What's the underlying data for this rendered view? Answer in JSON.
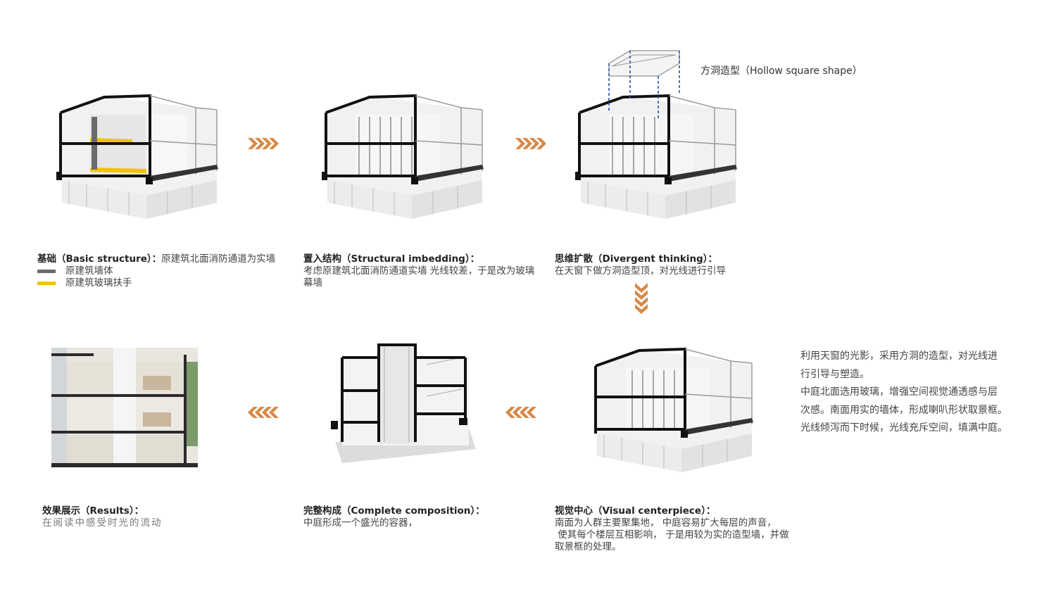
{
  "top_label": "方洞造型（Hollow square shape）",
  "colors": {
    "wall_gray": "#6b6b6b",
    "glass_yellow": "#f2c200",
    "arrow_orange": "#d88a48",
    "line_black": "#111111"
  },
  "steps": [
    {
      "title": "基础（Basic structure）：",
      "text": "原建筑北面消防通道为实墙",
      "legend": [
        {
          "label": "原建筑墙体",
          "color": "#6b6b6b"
        },
        {
          "label": "原建筑玻璃扶手",
          "color": "#f2c200"
        }
      ]
    },
    {
      "title": "置入结构（Structural imbedding）：",
      "text": "考虑原建筑北面消防通道实墙 光线较差，于是改为玻璃幕墙"
    },
    {
      "title": "思维扩散（Divergent thinking）：",
      "text": "在天窗下做方洞造型顶，对光线进行引导"
    },
    {
      "title": "视觉中心（Visual centerpiece）：",
      "lines": [
        "南面为人群主要聚集地， 中庭容易扩大每层的声音，",
        " 使其每个楼层互相影响， 于是用较为实的造型墙，并做",
        "取景框的处理。"
      ]
    },
    {
      "title": "完整构成（Complete composition）：",
      "text": "中庭形成一个盛光的容器，"
    },
    {
      "title": "效果展示（Results）：",
      "text": "在阅读中感受时光的流动"
    }
  ],
  "side_note": [
    "利用天窗的光影，采用方洞的造型，对光线进",
    "行引导与塑造。",
    "中庭北面选用玻璃，增强空间视觉通透感与层",
    "次感。南面用实的墙体，形成喇叭形状取景框。",
    "光线倾泻而下时候，光线充斥空间，填满中庭。"
  ]
}
